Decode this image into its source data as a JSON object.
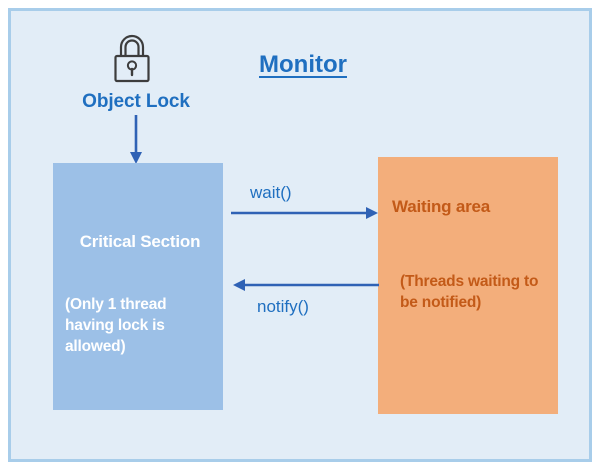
{
  "diagram": {
    "title": "Monitor",
    "background_color": "#E2EDF7",
    "border_color": "#A8CDEA",
    "accent_blue": "#1F6FC0"
  },
  "lock": {
    "icon_name": "padlock-icon",
    "label": "Object Lock",
    "arrow_name": "lock-to-critical-section-arrow"
  },
  "critical_section": {
    "title": "Critical Section",
    "note": "(Only 1 thread having lock is allowed)",
    "fill_color": "#9CC0E7",
    "text_color": "#FFFFFF"
  },
  "waiting_area": {
    "title": "Waiting area",
    "note": "(Threads waiting to be notified)",
    "fill_color": "#F3AE7B",
    "text_color": "#C35A18"
  },
  "flows": {
    "wait": {
      "label": "wait()",
      "direction": "right",
      "from": "Critical Section",
      "to": "Waiting area"
    },
    "notify": {
      "label": "notify()",
      "direction": "left",
      "from": "Waiting area",
      "to": "Critical Section"
    }
  }
}
